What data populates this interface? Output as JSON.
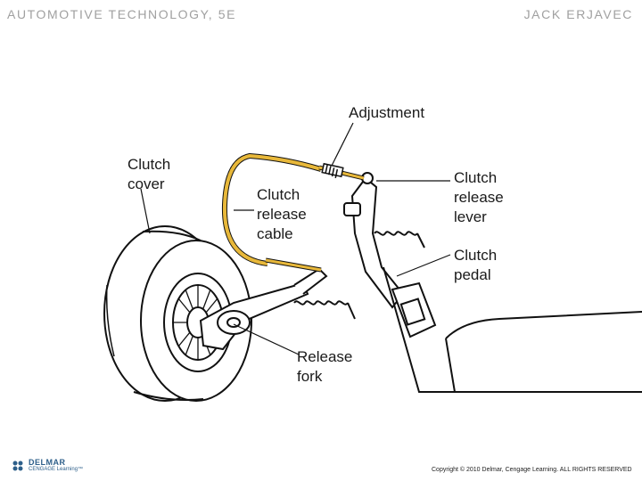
{
  "header": {
    "left": "AUTOMOTIVE TECHNOLOGY, 5E",
    "right": "JACK ERJAVEC"
  },
  "labels": {
    "adjustment": "Adjustment",
    "clutch_cover": [
      "Clutch",
      "cover"
    ],
    "clutch_release_cable": [
      "Clutch",
      "release",
      "cable"
    ],
    "clutch_release_lever": [
      "Clutch",
      "release",
      "lever"
    ],
    "clutch_pedal": [
      "Clutch",
      "pedal"
    ],
    "release_fork": [
      "Release",
      "fork"
    ]
  },
  "footer": {
    "brand": "DELMAR",
    "sub": "CENGAGE Learning™",
    "copyright": "Copyright © 2010 Delmar, Cengage Learning. ALL RIGHTS RESERVED"
  },
  "colors": {
    "cable": "#e8b83a",
    "header_text": "#a0a0a0",
    "logo": "#2d5f8a"
  }
}
